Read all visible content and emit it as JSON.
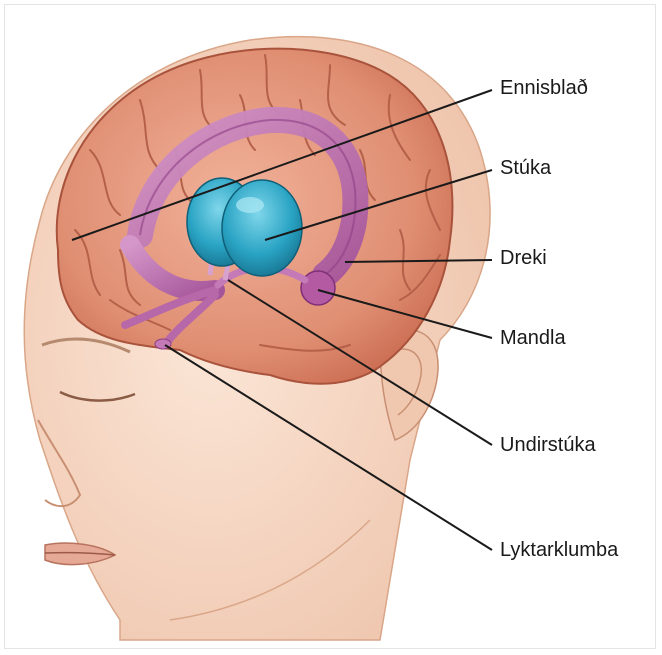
{
  "diagram": {
    "labels": {
      "frontal_lobe": "Ennisblað",
      "thalamus": "Stúka",
      "hippocampus": "Dreki",
      "amygdala": "Mandla",
      "hypothalamus": "Undirstúka",
      "olfactory_bulb": "Lyktarklumba"
    },
    "colors": {
      "skin": "#f4d7c4",
      "brain": "#d98a70",
      "limbic": "#b768a8",
      "thalamus": "#2a9fbf",
      "leader_line": "#1a1a1a"
    },
    "icons": [
      "head-illustration",
      "brain-illustration",
      "limbic-system-illustration"
    ]
  }
}
